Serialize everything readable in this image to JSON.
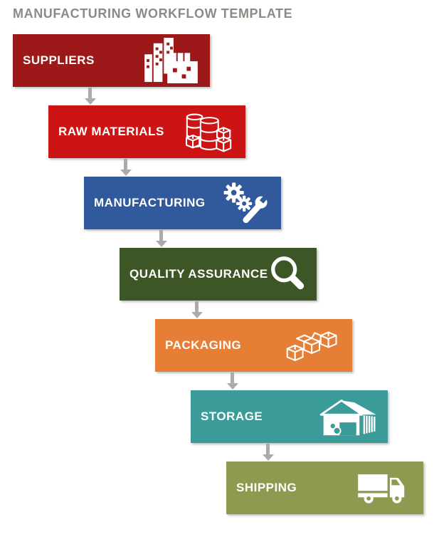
{
  "title": "MANUFACTURING WORKFLOW TEMPLATE",
  "title_color": "#8B8B85",
  "arrow_color": "#ABABAB",
  "steps": [
    {
      "label": "SUPPLIERS",
      "color": "#9D1919",
      "icon": "city-buildings-icon"
    },
    {
      "label": "RAW MATERIALS",
      "color": "#CC1414",
      "icon": "barrels-and-crates-icon"
    },
    {
      "label": "MANUFACTURING",
      "color": "#305A9B",
      "icon": "gears-and-wrench-icon"
    },
    {
      "label": "QUALITY ASSURANCE",
      "color": "#3D5626",
      "icon": "magnifying-glass-icon"
    },
    {
      "label": "PACKAGING",
      "color": "#E67E35",
      "icon": "open-boxes-icon"
    },
    {
      "label": "STORAGE",
      "color": "#3A9B99",
      "icon": "warehouse-icon"
    },
    {
      "label": "SHIPPING",
      "color": "#8D9B51",
      "icon": "delivery-truck-icon"
    }
  ]
}
